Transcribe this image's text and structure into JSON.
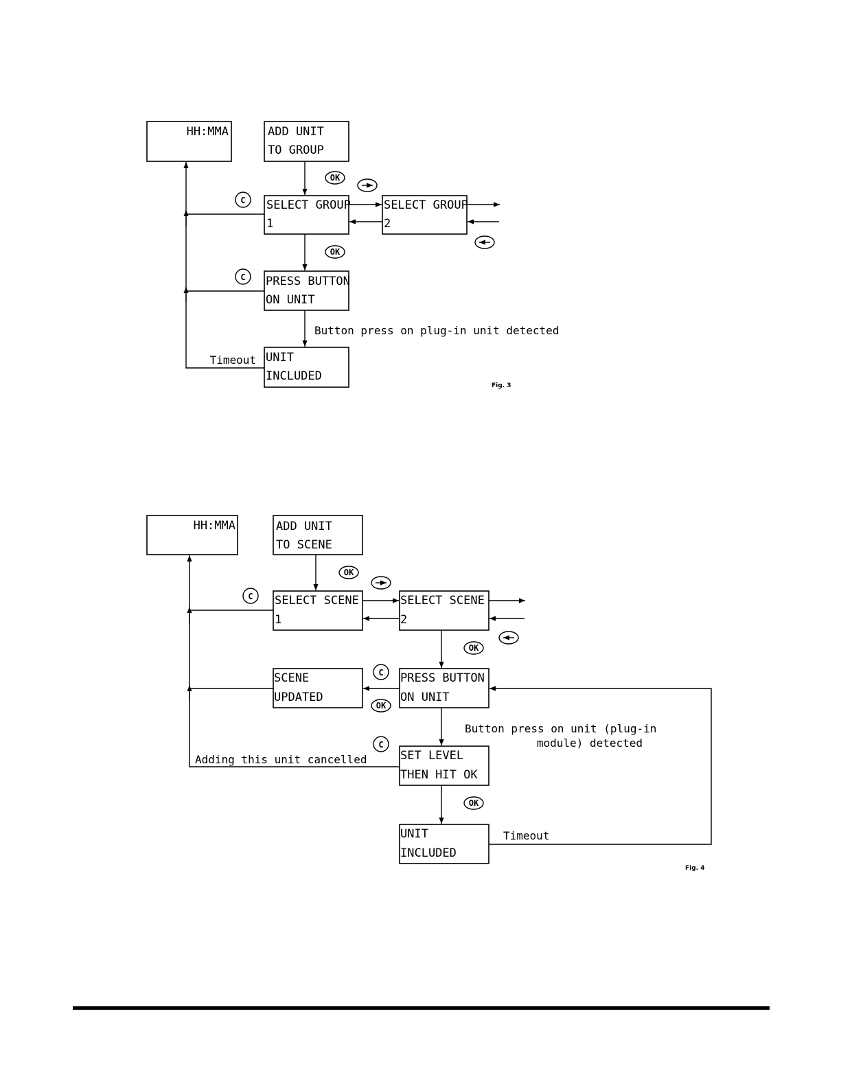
{
  "fig3": {
    "clock": "HH:MMA",
    "add_unit": [
      "ADD UNIT",
      "TO GROUP"
    ],
    "select_group_1": [
      "SELECT GROUP",
      "1"
    ],
    "select_group_2": [
      "SELECT GROUP",
      "2"
    ],
    "press_button": [
      "PRESS BUTTON",
      "ON UNIT"
    ],
    "unit_included": [
      "UNIT",
      "INCLUDED"
    ],
    "button_press_label": "Button press on plug-in unit detected",
    "timeout_label": "Timeout",
    "ok_label": "OK",
    "c_label": "C",
    "fig_label": "Fig. 3"
  },
  "fig4": {
    "clock": "HH:MMA",
    "add_unit": [
      "ADD UNIT",
      "TO SCENE"
    ],
    "select_scene_1": [
      "SELECT SCENE",
      "1"
    ],
    "select_scene_2": [
      "SELECT SCENE",
      "2"
    ],
    "scene_updated": [
      "SCENE",
      "UPDATED"
    ],
    "press_button": [
      "PRESS BUTTON",
      "ON UNIT"
    ],
    "set_level": [
      "SET LEVEL",
      "THEN HIT OK"
    ],
    "unit_included": [
      "UNIT",
      "INCLUDED"
    ],
    "button_press_label": [
      "Button press on unit (plug-in",
      "module) detected"
    ],
    "cancelled_label": "Adding this unit cancelled",
    "timeout_label": "Timeout",
    "ok_label": "OK",
    "c_label": "C",
    "fig_label": "Fig. 4"
  }
}
